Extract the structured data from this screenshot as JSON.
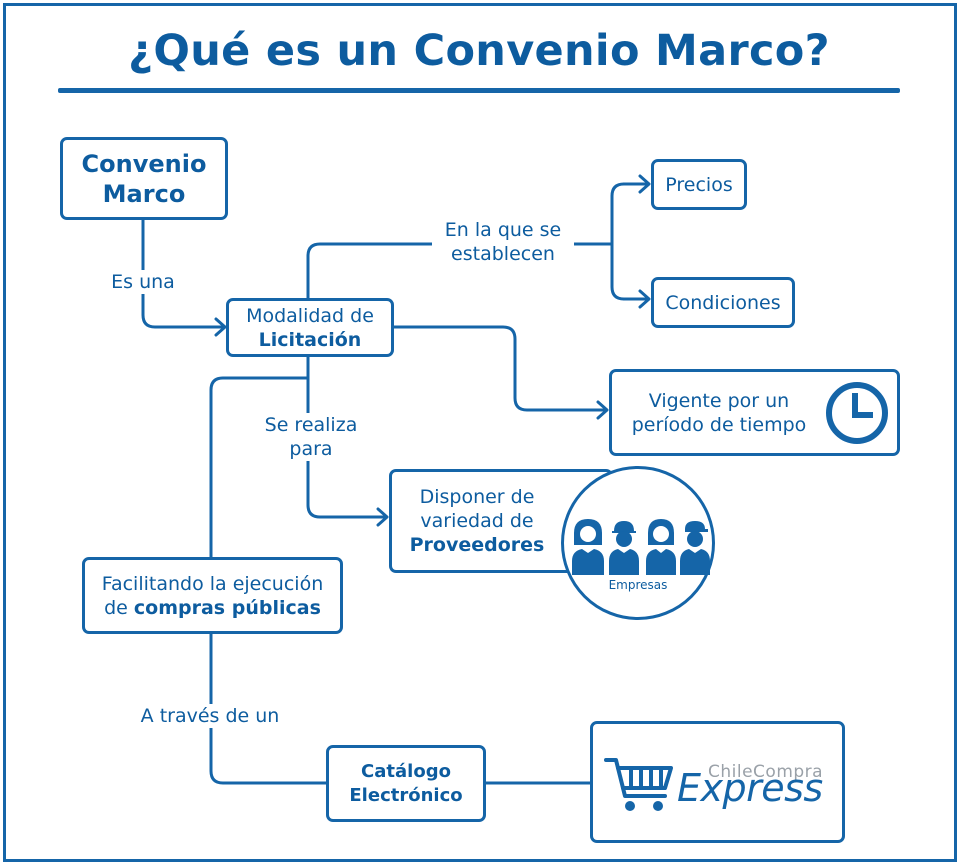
{
  "title": "¿Qué es un Convenio Marco?",
  "nodes": {
    "convenio": [
      "Convenio",
      "Marco"
    ],
    "modalidad": [
      "Modalidad de",
      "Licitación"
    ],
    "precios": "Precios",
    "condiciones": "Condiciones",
    "vigente": [
      "Vigente por un",
      "período de tiempo"
    ],
    "disponer": [
      "Disponer de",
      "variedad de",
      "Proveedores"
    ],
    "empresas": "Empresas",
    "facilitando": [
      "Facilitando la ejecución",
      "de ",
      "compras públicas"
    ],
    "catalogo": [
      "Catálogo",
      "Electrónico"
    ]
  },
  "edge_labels": {
    "es_una": "Es una",
    "establecen": [
      "En la que se",
      "establecen"
    ],
    "se_realiza": [
      "Se realiza",
      "para"
    ],
    "a_traves": "A través de un"
  },
  "logo": {
    "top": "ChileCompra",
    "main": "Express"
  },
  "icons": [
    "clock-icon",
    "people-icon",
    "shopping-cart-icon"
  ],
  "colors": {
    "primary": "#1565a8",
    "text": "#0d5c9f",
    "logo_gray": "#9aa1a8"
  }
}
